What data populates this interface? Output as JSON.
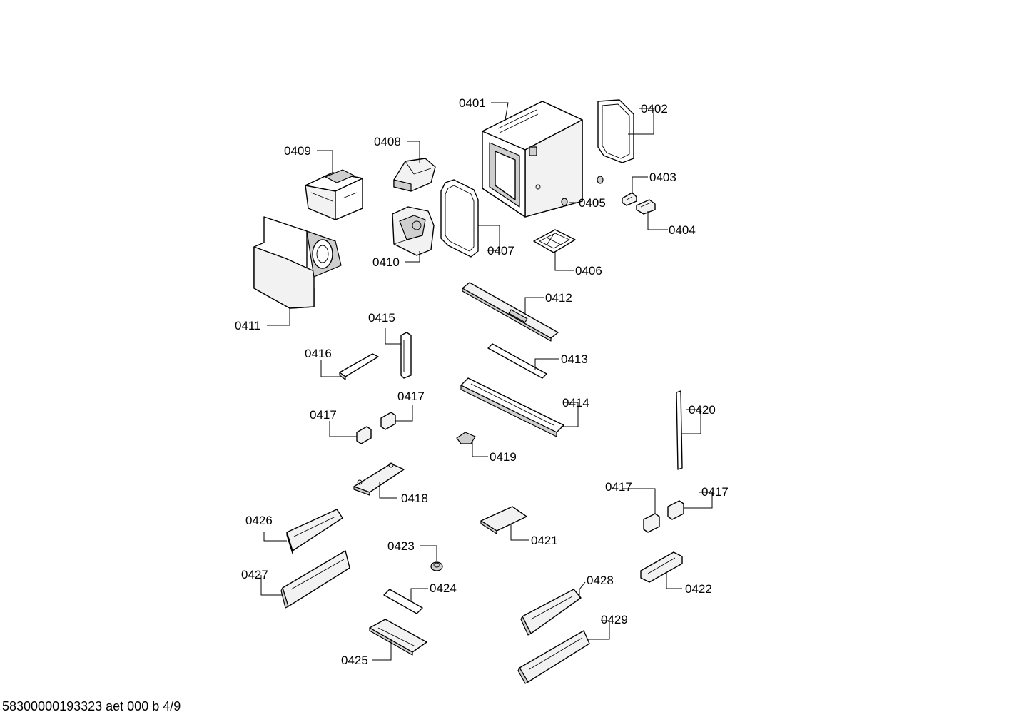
{
  "footer": {
    "document_code": "58300000193323 aet 000 b 4/9"
  },
  "labels": [
    {
      "id": "0401",
      "text": "0401"
    },
    {
      "id": "0402",
      "text": "0402"
    },
    {
      "id": "0403",
      "text": "0403"
    },
    {
      "id": "0404",
      "text": "0404"
    },
    {
      "id": "0405",
      "text": "0405"
    },
    {
      "id": "0406",
      "text": "0406"
    },
    {
      "id": "0407",
      "text": "0407"
    },
    {
      "id": "0408",
      "text": "0408"
    },
    {
      "id": "0409",
      "text": "0409"
    },
    {
      "id": "0410",
      "text": "0410"
    },
    {
      "id": "0411",
      "text": "0411"
    },
    {
      "id": "0412",
      "text": "0412"
    },
    {
      "id": "0413",
      "text": "0413"
    },
    {
      "id": "0414",
      "text": "0414"
    },
    {
      "id": "0415",
      "text": "0415"
    },
    {
      "id": "0416",
      "text": "0416"
    },
    {
      "id": "0417a",
      "text": "0417"
    },
    {
      "id": "0417b",
      "text": "0417"
    },
    {
      "id": "0417c",
      "text": "0417"
    },
    {
      "id": "0417d",
      "text": "0417"
    },
    {
      "id": "0418",
      "text": "0418"
    },
    {
      "id": "0419",
      "text": "0419"
    },
    {
      "id": "0420",
      "text": "0420"
    },
    {
      "id": "0421",
      "text": "0421"
    },
    {
      "id": "0422",
      "text": "0422"
    },
    {
      "id": "0423",
      "text": "0423"
    },
    {
      "id": "0424",
      "text": "0424"
    },
    {
      "id": "0425",
      "text": "0425"
    },
    {
      "id": "0426",
      "text": "0426"
    },
    {
      "id": "0427",
      "text": "0427"
    },
    {
      "id": "0428",
      "text": "0428"
    },
    {
      "id": "0429",
      "text": "0429"
    }
  ]
}
